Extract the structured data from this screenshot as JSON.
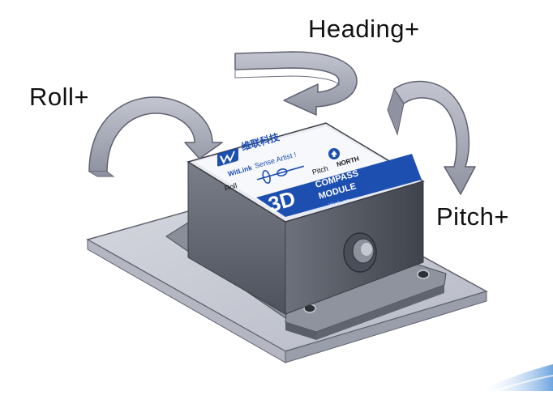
{
  "labels": {
    "heading": "Heading+",
    "roll": "Roll+",
    "pitch": "Pitch+"
  },
  "module": {
    "brand_cn": "维联科技",
    "brand": "WitLink",
    "slogan": "Sense Artist !",
    "axis_roll": "Roll",
    "axis_pitch": "Pitch",
    "north": "NORTH",
    "model": "3D",
    "product_line1": "COMPASS",
    "product_line2": "MODULE",
    "website": "www.witlink.cn"
  },
  "colors": {
    "arrow": "#a9adba",
    "arrow_dark": "#6f7382",
    "module_body": "#6a6e78",
    "plate": "#c4c7d1",
    "label_blue": "#1d4fb0"
  }
}
